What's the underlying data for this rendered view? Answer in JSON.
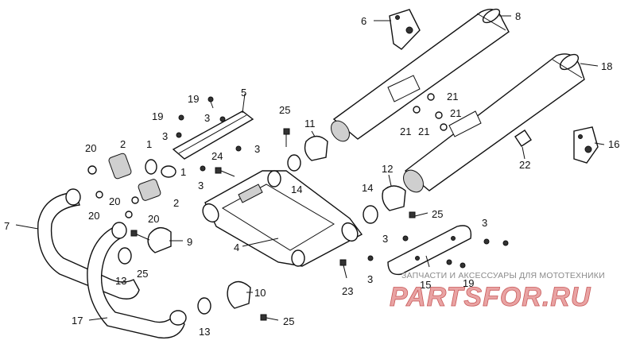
{
  "callouts": {
    "c1a": "1",
    "c1b": "1",
    "c2a": "2",
    "c2b": "2",
    "c3a": "3",
    "c3b": "3",
    "c3c": "3",
    "c3d": "3",
    "c3e": "3",
    "c3f": "3",
    "c3g": "3",
    "c4": "4",
    "c5": "5",
    "c6": "6",
    "c7": "7",
    "c8": "8",
    "c9": "9",
    "c10": "10",
    "c11": "11",
    "c12": "12",
    "c13a": "13",
    "c13b": "13",
    "c14a": "14",
    "c14b": "14",
    "c15": "15",
    "c16": "16",
    "c17": "17",
    "c18": "18",
    "c19a": "19",
    "c19b": "19",
    "c19c": "19",
    "c20a": "20",
    "c20b": "20",
    "c20c": "20",
    "c20d": "20",
    "c21a": "21",
    "c21b": "21",
    "c21c": "21",
    "c21d": "21",
    "c22": "22",
    "c23": "23",
    "c24": "24",
    "c25a": "25",
    "c25b": "25",
    "c25c": "25",
    "c25d": "25"
  },
  "watermark": {
    "caption": "ЗАПЧАСТИ И АКСЕССУАРЫ ДЛЯ МОТОТЕХНИКИ",
    "logo": "PARTSFOR.RU",
    "color": "#e08a8a"
  }
}
